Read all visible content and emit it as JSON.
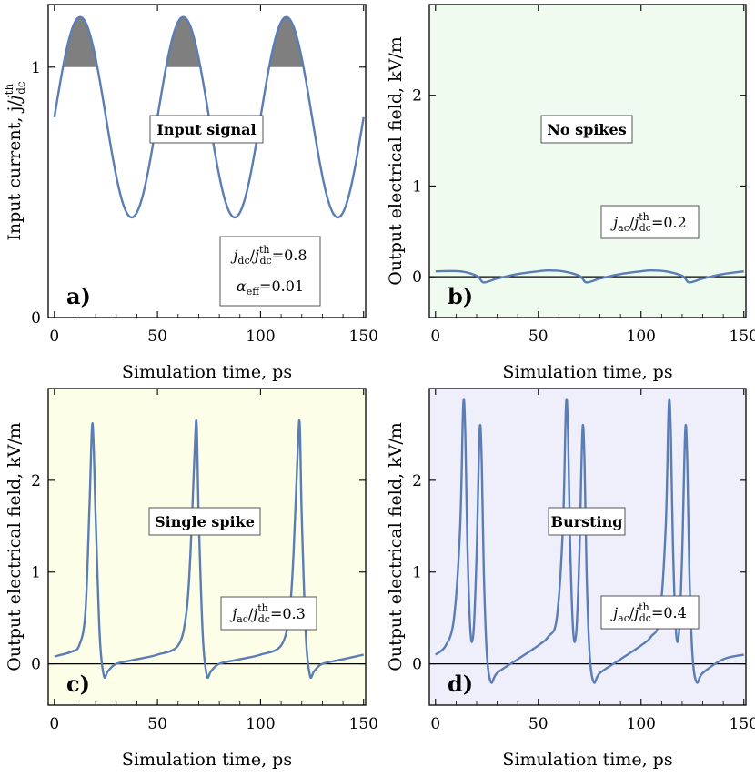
{
  "colors": {
    "curve": "#5b7db5",
    "shade": "#7f7f7f",
    "bg_a": "#ffffff",
    "bg_b": "#f0fbef",
    "bg_c": "#fdfee8",
    "bg_d": "#efeffc"
  },
  "chart_data": [
    {
      "type": "line",
      "panel_label": "a",
      "title": "Input signal",
      "xlabel": "Simulation time, ps",
      "ylabel": "Input current, j/j_dc^th",
      "xlim": [
        -3,
        151
      ],
      "ylim": [
        0,
        1.25
      ],
      "xticks": [
        "0",
        "50",
        "100",
        "150"
      ],
      "yticks": [
        "0",
        "1"
      ],
      "threshold": 1,
      "series": [
        {
          "x": [
            0,
            12.5,
            37.5,
            62.5,
            87.5,
            112.5,
            137.5,
            150
          ],
          "y": [
            0.8,
            1.2,
            0.4,
            1.2,
            0.4,
            1.2,
            0.4,
            0.8
          ]
        }
      ],
      "shaded_regions": [
        {
          "x_start": 4,
          "x_end": 21,
          "y_from": 1
        },
        {
          "x_start": 54,
          "x_end": 71,
          "y_from": 1
        },
        {
          "x_start": 104,
          "x_end": 121,
          "y_from": 1
        }
      ],
      "annotations": [
        {
          "main": "j",
          "sub": "dc",
          "mid": "/j",
          "sup2": "th",
          "sub2": "dc",
          "tail": "=0.8"
        },
        {
          "main": "α",
          "sub": "eff",
          "tail": "=0.01"
        }
      ]
    },
    {
      "type": "line",
      "panel_label": "b",
      "title": "No spikes",
      "xlabel": "Simulation time, ps",
      "ylabel": "Output electrical field, kV/m",
      "xlim": [
        -3,
        151
      ],
      "ylim": [
        -0.45,
        3
      ],
      "xticks": [
        "0",
        "50",
        "100",
        "150"
      ],
      "yticks": [
        "0",
        "1",
        "2"
      ],
      "zero_line": true,
      "series": [
        {
          "x": [
            0,
            12,
            20,
            23,
            26,
            30,
            40,
            50,
            55,
            62,
            70,
            73,
            76,
            80,
            90,
            100,
            105,
            112,
            120,
            123,
            126,
            130,
            140,
            150
          ],
          "y": [
            0.06,
            0.06,
            0.01,
            -0.06,
            -0.05,
            -0.02,
            0.03,
            0.06,
            0.07,
            0.06,
            0.01,
            -0.06,
            -0.05,
            -0.02,
            0.03,
            0.06,
            0.07,
            0.06,
            0.01,
            -0.06,
            -0.05,
            -0.02,
            0.03,
            0.06
          ]
        }
      ],
      "annotations": [
        {
          "main": "j",
          "sub": "ac",
          "mid": "/j",
          "sup2": "th",
          "sub2": "dc",
          "tail": "=0.2"
        }
      ]
    },
    {
      "type": "line",
      "panel_label": "c",
      "title": "Single spike",
      "xlabel": "Simulation time, ps",
      "ylabel": "Output electrical field, kV/m",
      "xlim": [
        -3,
        151
      ],
      "ylim": [
        -0.45,
        3
      ],
      "xticks": [
        "0",
        "50",
        "100",
        "150"
      ],
      "yticks": [
        "0",
        "1",
        "2"
      ],
      "zero_line": true,
      "series": [
        {
          "x": [
            0,
            8,
            12,
            15,
            17,
            18.5,
            20,
            22,
            24,
            26,
            30,
            40,
            50,
            60,
            64,
            66,
            68,
            69,
            70,
            72,
            74,
            76,
            80,
            90,
            100,
            110,
            114,
            116,
            118,
            119,
            120,
            122,
            124,
            126,
            130,
            140,
            150
          ],
          "y": [
            0.08,
            0.13,
            0.2,
            0.55,
            1.7,
            2.62,
            1.6,
            0.3,
            -0.13,
            -0.08,
            0.0,
            0.05,
            0.1,
            0.2,
            0.55,
            1.2,
            2.3,
            2.62,
            1.6,
            0.3,
            -0.13,
            -0.08,
            0.0,
            0.05,
            0.1,
            0.2,
            0.55,
            1.2,
            2.3,
            2.62,
            1.6,
            0.3,
            -0.13,
            -0.08,
            0.0,
            0.05,
            0.1
          ]
        }
      ],
      "annotations": [
        {
          "main": "j",
          "sub": "ac",
          "mid": "/j",
          "sup2": "th",
          "sub2": "dc",
          "tail": "=0.3"
        }
      ]
    },
    {
      "type": "line",
      "panel_label": "d",
      "title": "Bursting",
      "xlabel": "Simulation time, ps",
      "ylabel": "Output electrical field, kV/m",
      "xlim": [
        -3,
        151
      ],
      "ylim": [
        -0.45,
        3
      ],
      "xticks": [
        "0",
        "50",
        "100",
        "150"
      ],
      "yticks": [
        "0",
        "1",
        "2"
      ],
      "zero_line": true,
      "series": [
        {
          "x": [
            0,
            5,
            9,
            12,
            13.5,
            14.5,
            15.5,
            17,
            18.5,
            20,
            21.5,
            22.5,
            23.5,
            25,
            27,
            30,
            40,
            50,
            55,
            59,
            62,
            63.5,
            64.5,
            65.5,
            67,
            68.5,
            70,
            71.5,
            72.5,
            73.5,
            75,
            77,
            80,
            90,
            100,
            105,
            109,
            112,
            113.5,
            114.5,
            115.5,
            117,
            118.5,
            120,
            121.5,
            122.5,
            123.5,
            125,
            127,
            130,
            140,
            150
          ],
          "y": [
            0.1,
            0.2,
            0.5,
            1.5,
            2.83,
            2.5,
            1.3,
            0.35,
            0.35,
            1.2,
            2.55,
            2.2,
            1.0,
            0.1,
            -0.2,
            -0.1,
            0.05,
            0.2,
            0.3,
            0.5,
            1.5,
            2.83,
            2.5,
            1.3,
            0.35,
            0.35,
            1.2,
            2.55,
            2.2,
            1.0,
            0.1,
            -0.2,
            -0.1,
            0.05,
            0.2,
            0.3,
            0.5,
            1.5,
            2.83,
            2.5,
            1.3,
            0.35,
            0.35,
            1.2,
            2.55,
            2.2,
            1.0,
            0.1,
            -0.2,
            -0.1,
            0.05,
            0.1
          ]
        }
      ],
      "annotations": [
        {
          "main": "j",
          "sub": "ac",
          "mid": "/j",
          "sup2": "th",
          "sub2": "dc",
          "tail": "=0.4"
        }
      ]
    }
  ]
}
